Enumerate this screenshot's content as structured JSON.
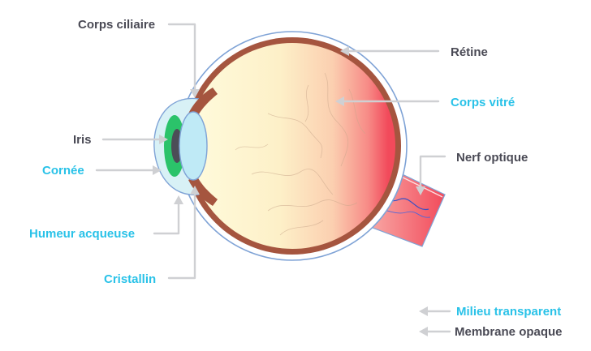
{
  "labels": {
    "corps_ciliaire": "Corps ciliaire",
    "retine": "Rétine",
    "corps_vitre": "Corps vitré",
    "iris": "Iris",
    "nerf_optique": "Nerf optique",
    "cornee": "Cornée",
    "humeur_acqueuse": "Humeur acqueuse",
    "cristallin": "Cristallin"
  },
  "legend": {
    "transparent": "Milieu transparent",
    "opaque": "Membrane opaque"
  },
  "colors": {
    "transparent_label": "#29c2e8",
    "opaque_label": "#4a4a55",
    "leader_line": "#cfd0d3",
    "sclera_outline": "#7fa3d6",
    "choroid": "#a5553f",
    "vitreous_front": "#fff7d6",
    "vitreous_back": "#f24a5b",
    "iris": "#2bc36a",
    "lens": "#bfeaf6",
    "optic_nerve": "#f24a5b"
  }
}
